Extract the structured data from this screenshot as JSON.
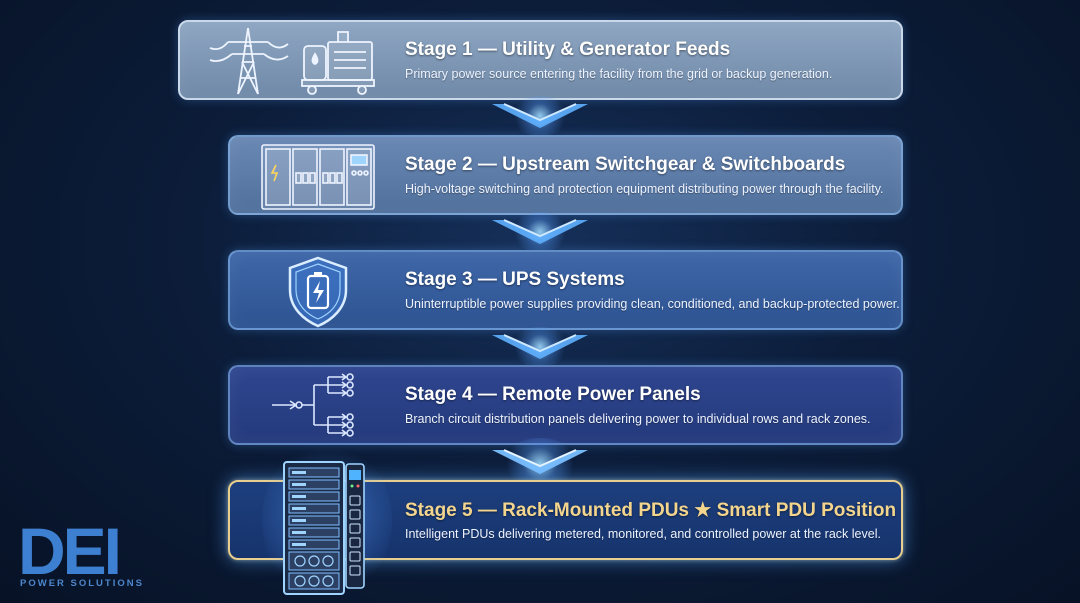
{
  "stages": [
    {
      "title": "Stage 1 — Utility & Generator Feeds",
      "desc": "Primary power source entering the facility from the grid or backup generation.",
      "icon": "power-tower-and-generator-icon"
    },
    {
      "title": "Stage 2 — Upstream Switchgear & Switchboards",
      "desc": "High-voltage switching and protection equipment distributing power through the facility.",
      "icon": "switchgear-cabinet-icon"
    },
    {
      "title": "Stage 3 — UPS Systems",
      "desc": "Uninterruptible power supplies providing clean, conditioned, and backup-protected power.",
      "icon": "shield-battery-icon"
    },
    {
      "title": "Stage 4 — Remote Power Panels",
      "desc": "Branch circuit distribution panels delivering power to individual rows and rack zones.",
      "icon": "branch-distribution-icon"
    },
    {
      "title": "Stage 5 — Rack-Mounted PDUs ★ Smart PDU Position",
      "desc": "Intelligent PDUs delivering metered, monitored, and controlled power at the rack level.",
      "icon": "server-rack-pdu-icon"
    }
  ],
  "logo": {
    "mark": "DEI",
    "subtitle": "POWER SOLUTIONS"
  },
  "colors": {
    "highlight": "#f3d58d",
    "accent": "#4d86cc"
  }
}
